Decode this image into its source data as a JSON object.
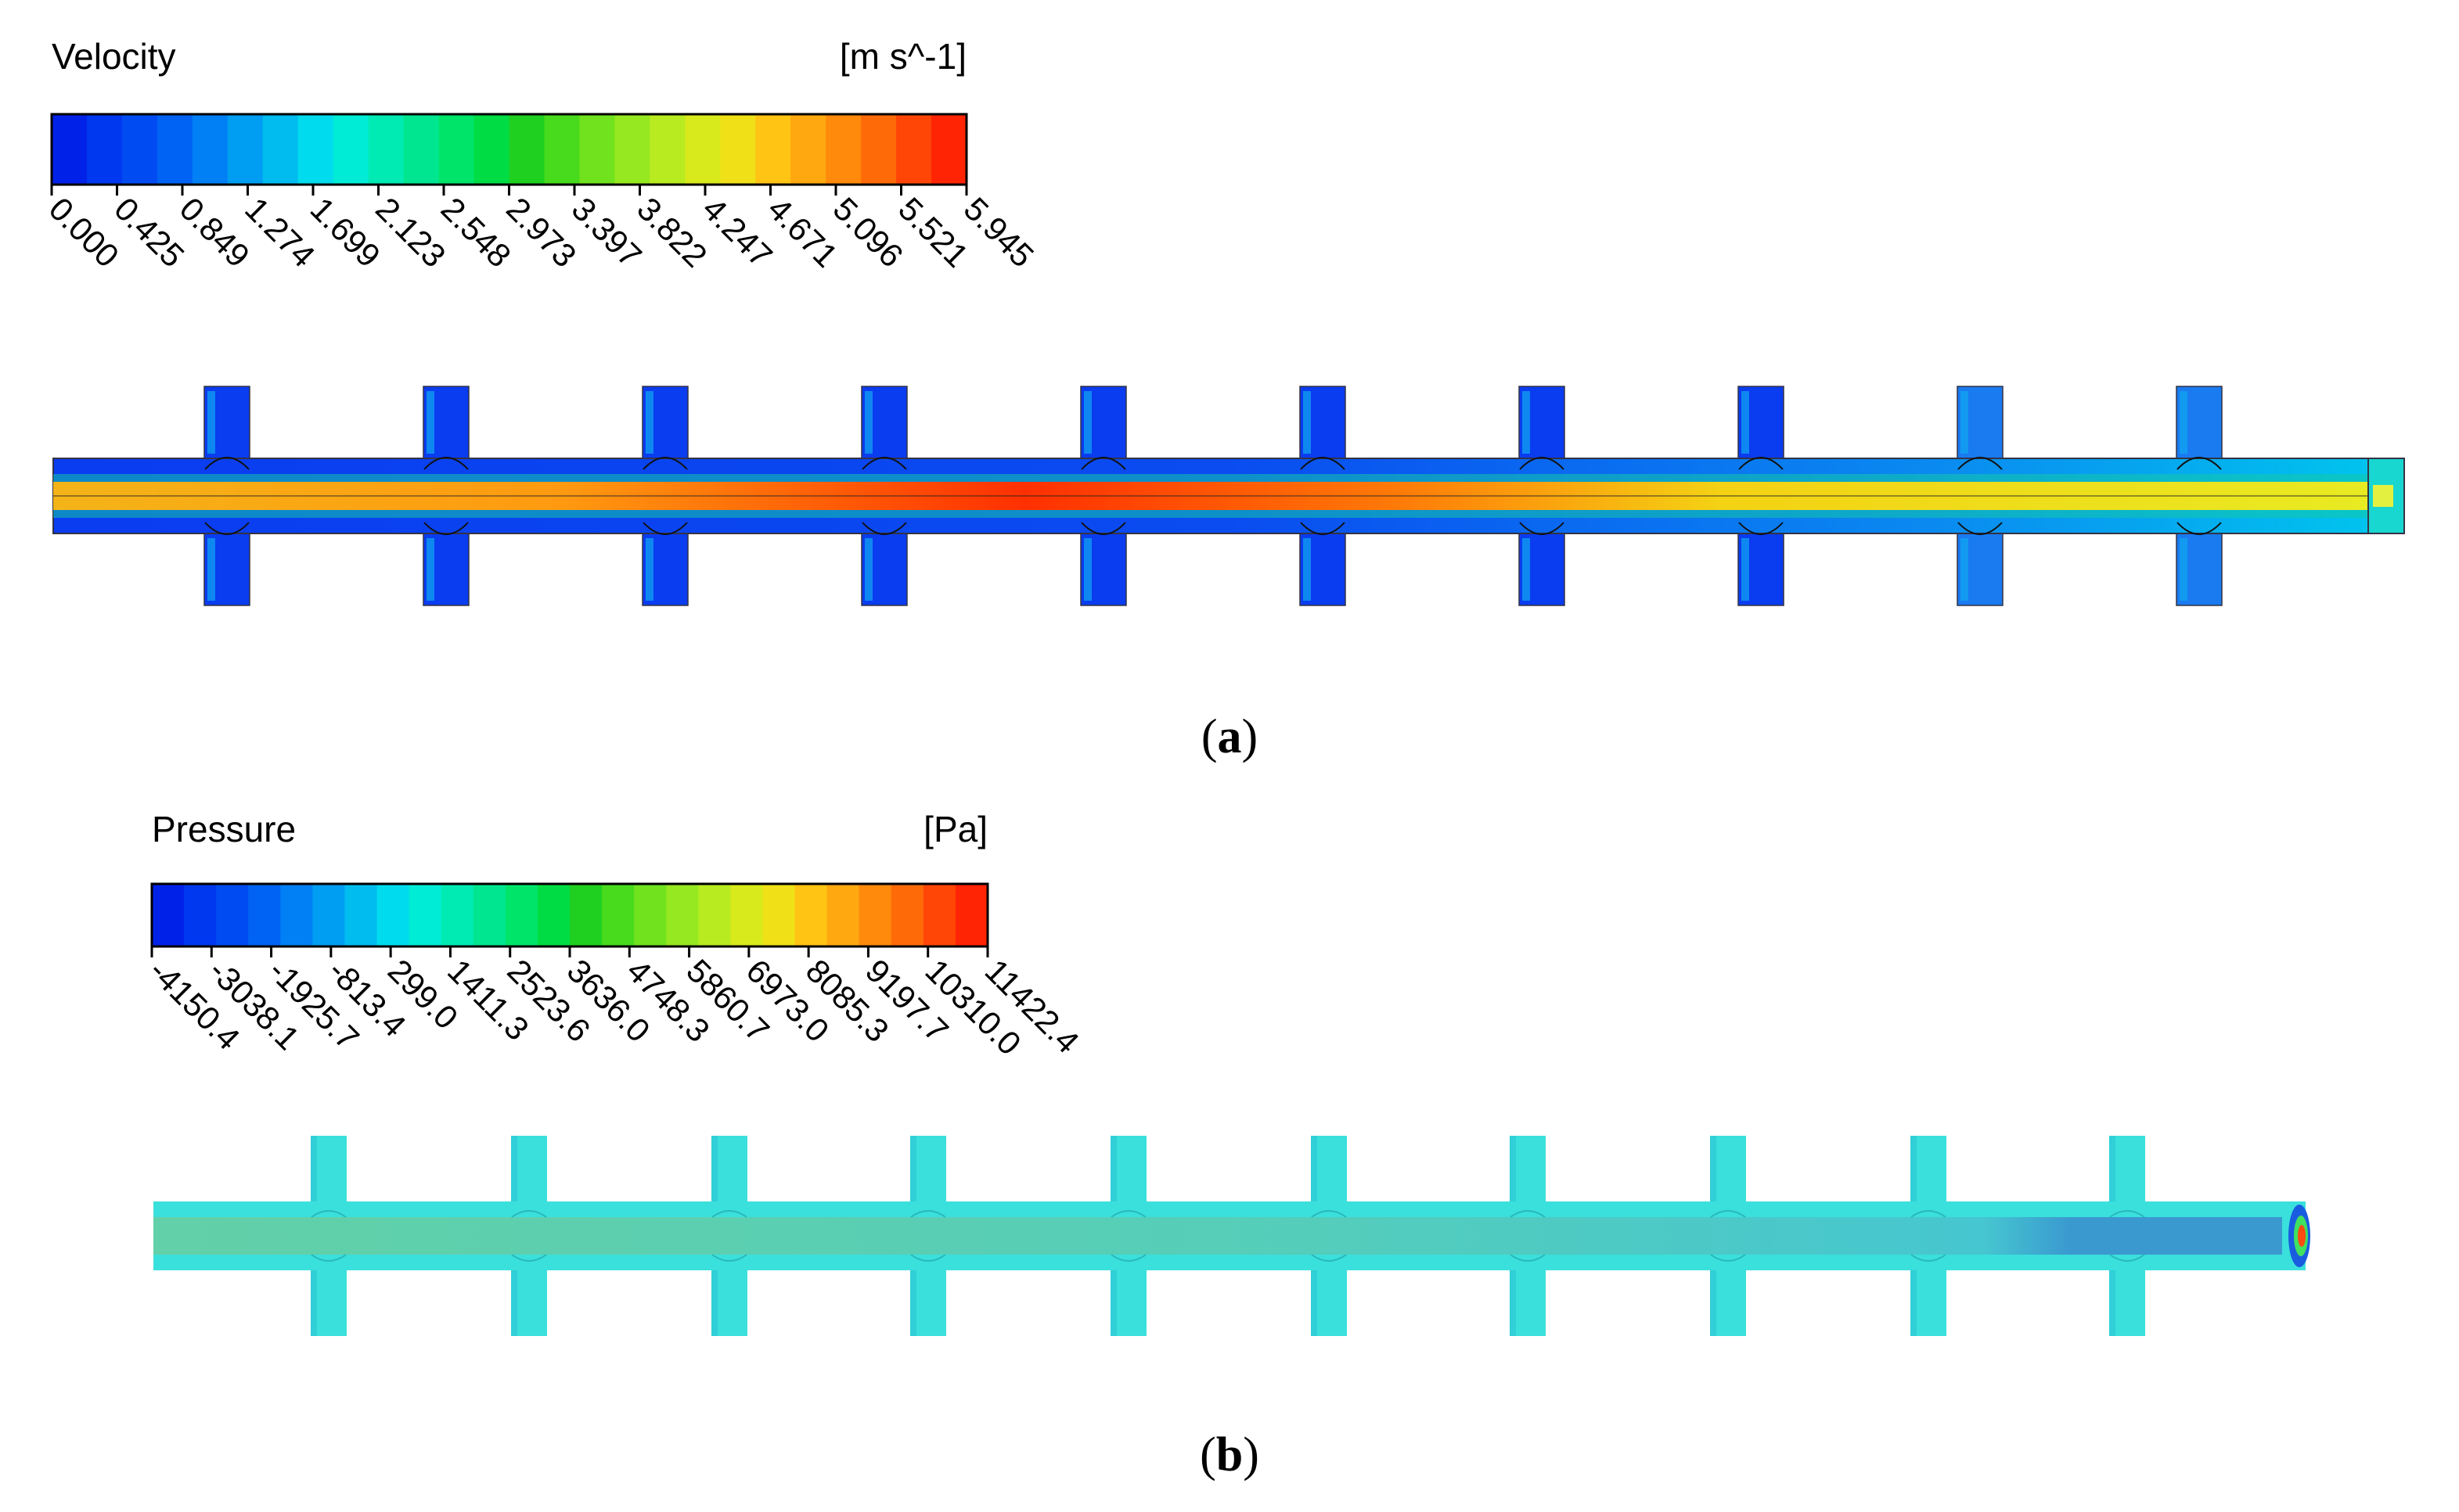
{
  "colormap": [
    "#0022e8",
    "#0038f0",
    "#004cf2",
    "#0063f4",
    "#0080f4",
    "#009ef2",
    "#00bcef",
    "#00dcee",
    "#00ecd6",
    "#00eab4",
    "#00e690",
    "#00e46a",
    "#00dc44",
    "#1fd020",
    "#48da1c",
    "#70e21e",
    "#96e820",
    "#b8ec20",
    "#d8ea1c",
    "#f0e018",
    "#ffc414",
    "#ffa810",
    "#ff8a0c",
    "#ff6a08",
    "#ff4606",
    "#ff2404"
  ],
  "panels": [
    {
      "id": "a",
      "legend": {
        "title": "Velocity",
        "unit": "[m s^-1]",
        "ticks": [
          "0.000",
          "0.425",
          "0.849",
          "1.274",
          "1.699",
          "2.123",
          "2.548",
          "2.973",
          "3.397",
          "3.822",
          "4.247",
          "4.671",
          "5.096",
          "5.521",
          "5.945"
        ]
      },
      "caption": {
        "open": "(",
        "letter": "a",
        "close": ")"
      }
    },
    {
      "id": "b",
      "legend": {
        "title": "Pressure",
        "unit": "[Pa]",
        "ticks": [
          "-4150.4",
          "-3038.1",
          "-1925.7",
          "-813.4",
          "299.0",
          "1411.3",
          "2523.6",
          "3636.0",
          "4748.3",
          "5860.7",
          "6973.0",
          "8085.3",
          "9197.7",
          "10310.0",
          "11422.4"
        ]
      },
      "caption": {
        "open": "(",
        "letter": "b",
        "close": ")"
      }
    }
  ],
  "colors": {
    "velocity_background": "#0a3cf0",
    "velocity_core_low": "#ffb020",
    "velocity_core_high": "#ff2a00",
    "velocity_core_end": "#e8e820",
    "pressure_pipe": "#3ae0dc",
    "pressure_core": "#5ccfb0",
    "pressure_outlet": "#3a9ad0"
  }
}
